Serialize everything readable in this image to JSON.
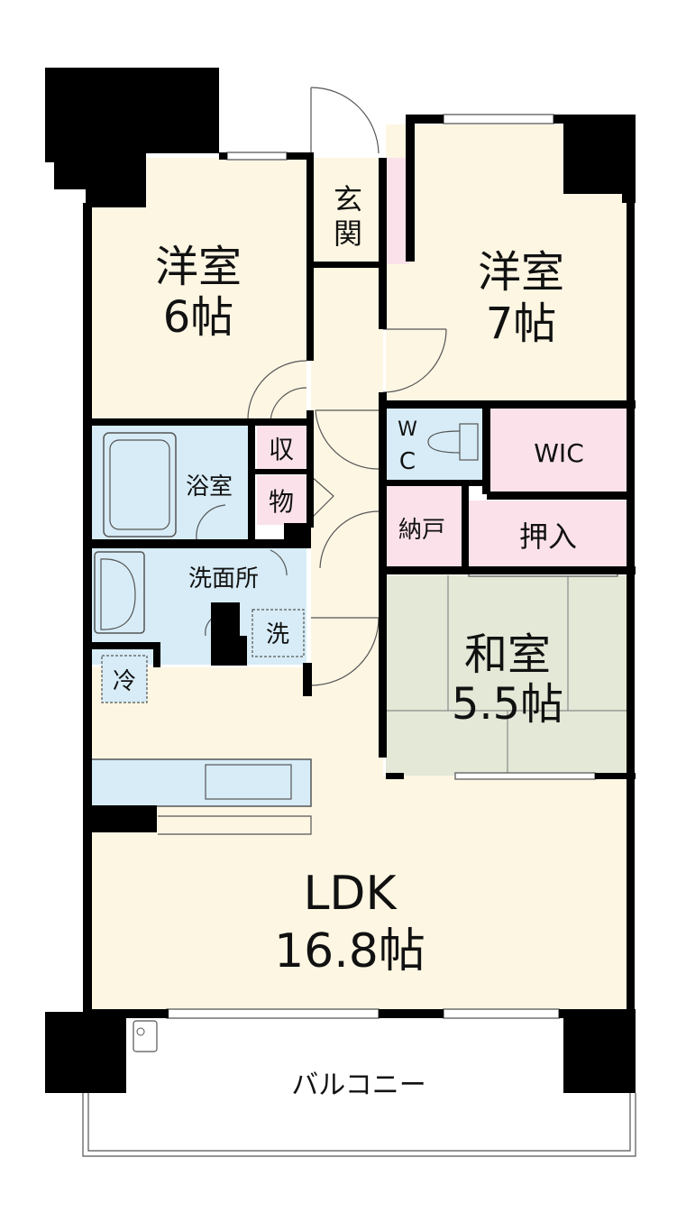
{
  "rooms": {
    "western6": {
      "name": "洋室",
      "size": "6帖"
    },
    "western7": {
      "name": "洋室",
      "size": "7帖"
    },
    "entrance": {
      "c1": "玄",
      "c2": "関"
    },
    "bath": {
      "name": "浴室"
    },
    "storage": {
      "c1": "収",
      "c2": "物"
    },
    "wc": {
      "c1": "W",
      "c2": "C"
    },
    "wic": {
      "name": "WIC"
    },
    "nando": {
      "name": "納戸"
    },
    "oshiire": {
      "name": "押入"
    },
    "washroom": {
      "name": "洗面所"
    },
    "washer": {
      "name": "洗"
    },
    "fridge": {
      "name": "冷"
    },
    "japanese": {
      "name": "和室",
      "size": "5.5帖"
    },
    "ldk": {
      "name": "LDK",
      "size": "16.8帖"
    },
    "balcony": {
      "name": "バルコニー"
    }
  },
  "colors": {
    "floor": "#fdf6e3",
    "wet": "#d7ecf6",
    "pink": "#fbe2ea",
    "tatami": "#e3e8d7",
    "wall": "#000000"
  }
}
